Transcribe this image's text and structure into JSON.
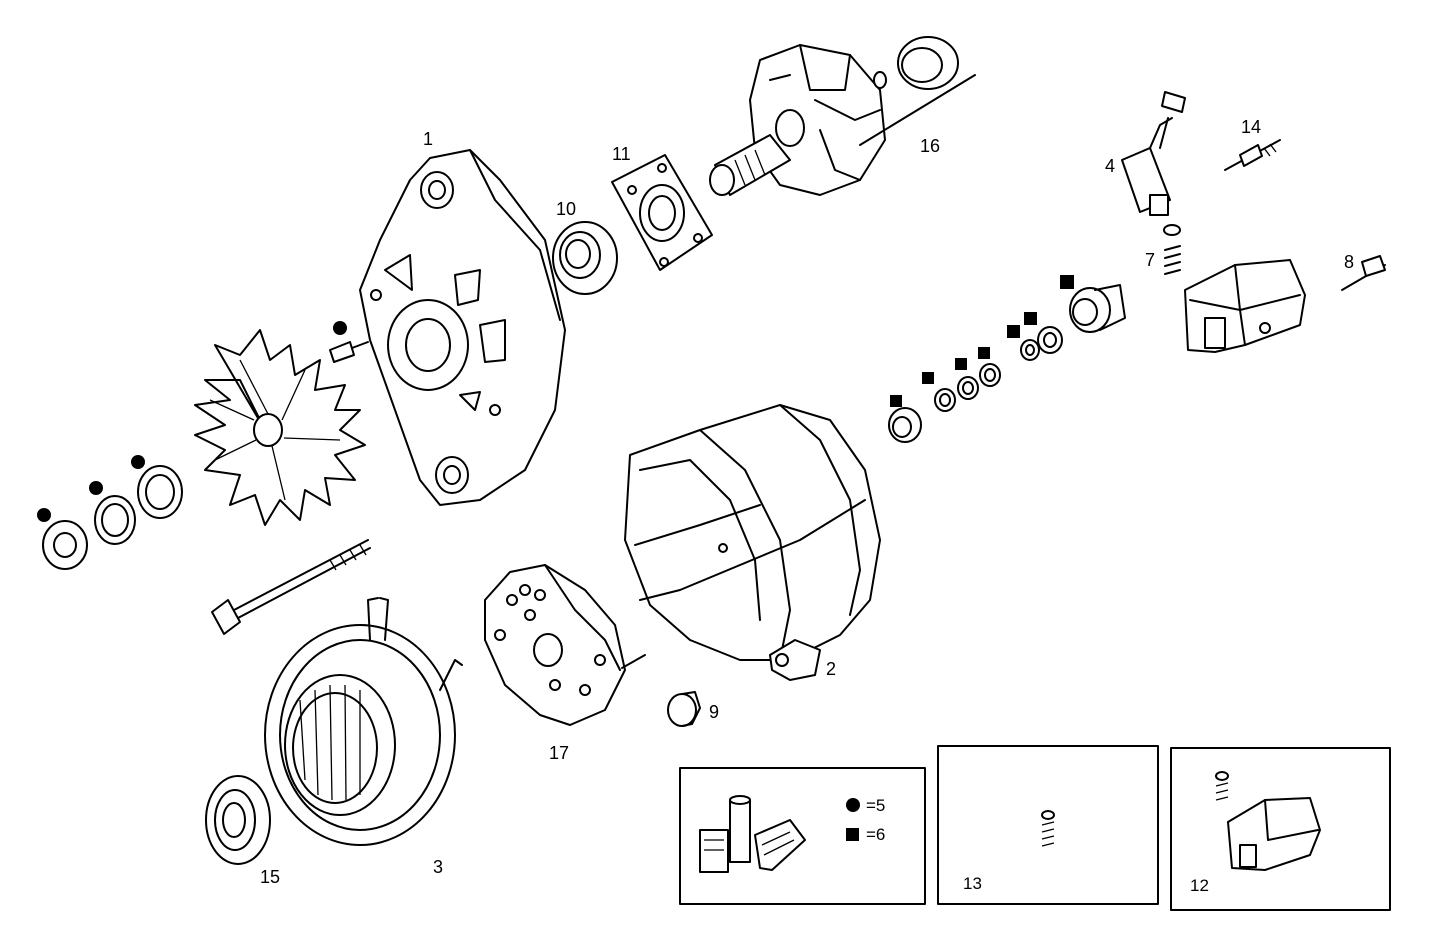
{
  "parts": [
    {
      "id": "1",
      "label": "1"
    },
    {
      "id": "2",
      "label": "2"
    },
    {
      "id": "3",
      "label": "3"
    },
    {
      "id": "4",
      "label": "4"
    },
    {
      "id": "7",
      "label": "7"
    },
    {
      "id": "8",
      "label": "8"
    },
    {
      "id": "9",
      "label": "9"
    },
    {
      "id": "10",
      "label": "10"
    },
    {
      "id": "11",
      "label": "11"
    },
    {
      "id": "14",
      "label": "14"
    },
    {
      "id": "15",
      "label": "15"
    },
    {
      "id": "16",
      "label": "16"
    },
    {
      "id": "17",
      "label": "17"
    }
  ],
  "legend": {
    "circle_kit": "=5",
    "square_kit": "=6",
    "circle_symbol": "filled-circle-marker",
    "square_symbol": "filled-square-marker"
  },
  "inset_boxes": {
    "box_13_label": "13",
    "box_12_label": "12"
  }
}
